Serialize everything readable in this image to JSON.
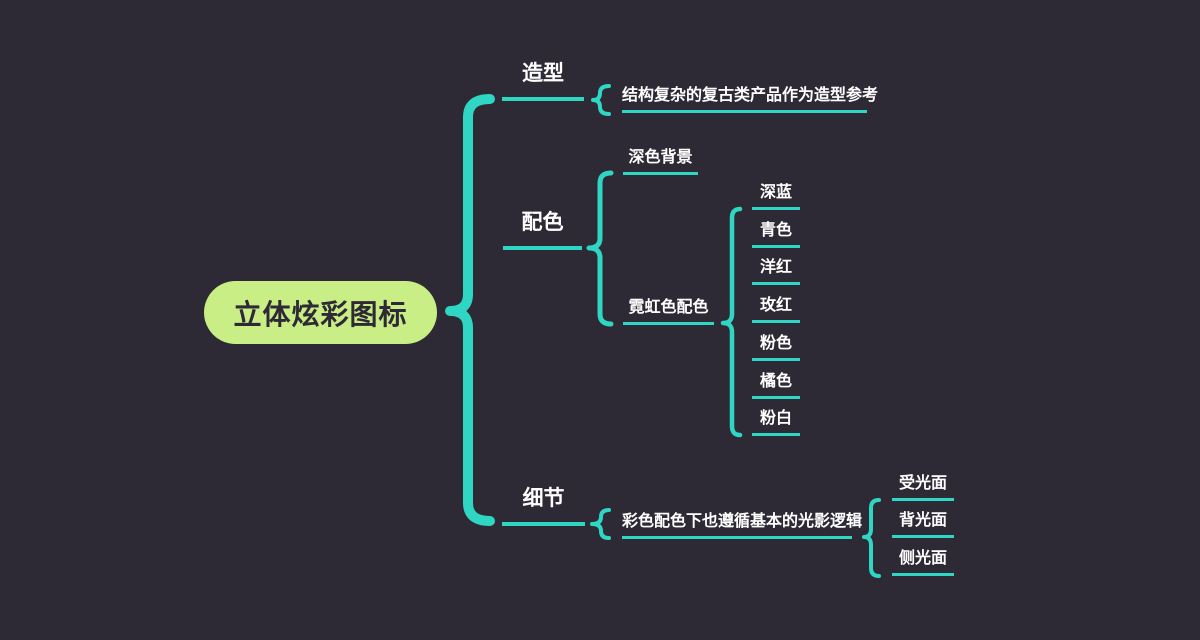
{
  "colors": {
    "background": "#2e2a35",
    "accent": "#2fd6c3",
    "root_fill": "#c9ee86",
    "root_text": "#2e2a35",
    "text": "#ffffff"
  },
  "root": {
    "label": "立体炫彩图标"
  },
  "branches": [
    {
      "label": "造型",
      "children": [
        {
          "label": "结构复杂的复古类产品作为造型参考",
          "children": []
        }
      ]
    },
    {
      "label": "配色",
      "children": [
        {
          "label": "深色背景",
          "children": []
        },
        {
          "label": "霓虹色配色",
          "children": [
            {
              "label": "深蓝"
            },
            {
              "label": "青色"
            },
            {
              "label": "洋红"
            },
            {
              "label": "玫红"
            },
            {
              "label": "粉色"
            },
            {
              "label": "橘色"
            },
            {
              "label": "粉白"
            }
          ]
        }
      ]
    },
    {
      "label": "细节",
      "children": [
        {
          "label": "彩色配色下也遵循基本的光影逻辑",
          "children": [
            {
              "label": "受光面"
            },
            {
              "label": "背光面"
            },
            {
              "label": "侧光面"
            }
          ]
        }
      ]
    }
  ]
}
